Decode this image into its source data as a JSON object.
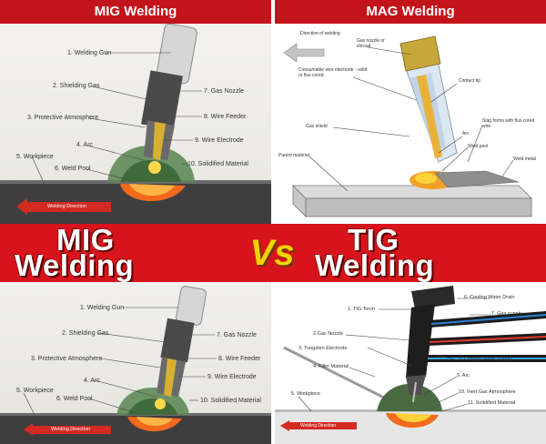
{
  "panels": {
    "mig_top": {
      "title": "MIG Welding",
      "labels": {
        "welding_gun": "1. Welding Gun",
        "shielding_gas": "2. Shielding Gas",
        "protective_atmosphere": "3. Protective Atmosphere",
        "arc": "4. Arc",
        "workpiece": "5. Workpiece",
        "weld_pool": "6. Weld Pool",
        "gas_nozzle": "7. Gas Nozzle",
        "wire_feeder": "8. Wire Feeder",
        "wire_electrode": "9. Wire Electrode",
        "solidified_material": "10. Solidified Material",
        "welding_direction": "Welding Direction"
      }
    },
    "mag": {
      "title": "MAG Welding",
      "labels": {
        "direction_of_welding": "Direction of welding",
        "gas_nozzle": "Gas nozzle or shroud",
        "consumable_wire": "Consumable wire electrode - solid or flux cored",
        "contact_tip": "Contact tip",
        "gas_shield": "Gas shield",
        "arc": "Arc",
        "slag": "Slag forms with flux cored wire",
        "weld_pool": "Weld pool",
        "parent_material": "Parent material",
        "weld_metal": "Weld metal"
      }
    },
    "mig_bottom": {
      "labels": {
        "welding_gun": "1. Welding Gun",
        "shielding_gas": "2. Shielding Gas",
        "protective_atmosphere": "3. Protective Atmosphere",
        "arc": "4. Arc",
        "workpiece": "5. Workpiece",
        "weld_pool": "6. Weld Pool",
        "gas_nozzle": "7. Gas Nozzle",
        "wire_feeder": "8. Wire Feeder",
        "wire_electrode": "9. Wire Electrode",
        "solidified_material": "10. Solidified Material",
        "welding_direction": "Welding Direction"
      }
    },
    "tig": {
      "labels": {
        "tig_torch": "1. TIG Torch",
        "gas_nozzle": "2.Gas Nozzle",
        "tungsten_electrode": "3. Tungsten Electrode",
        "filler_material": "4. Filler Material",
        "workpiece": "5. Workpiece",
        "cooling_water_drain": "6. Cooling Water Drain",
        "gas_supply": "7. Gas supply",
        "cooling_water_supply": "8. Cooling Water Supply",
        "arc": "9. Arc",
        "inert_gas_atmosphere": "10. Inert Gas Atmosphere",
        "solidified_material": "11. Solidified Material",
        "welding_direction": "Welding Direction"
      }
    }
  },
  "banner": {
    "left_line1": "MIG",
    "left_line2": "Welding",
    "vs": "Vs",
    "right_line1": "TIG",
    "right_line2": "Welding"
  },
  "colors": {
    "brand_red": "#d7141c",
    "vs_yellow": "#f6d300",
    "weld_orange": "#f26a1b",
    "gas_green": "#5f8a58"
  }
}
